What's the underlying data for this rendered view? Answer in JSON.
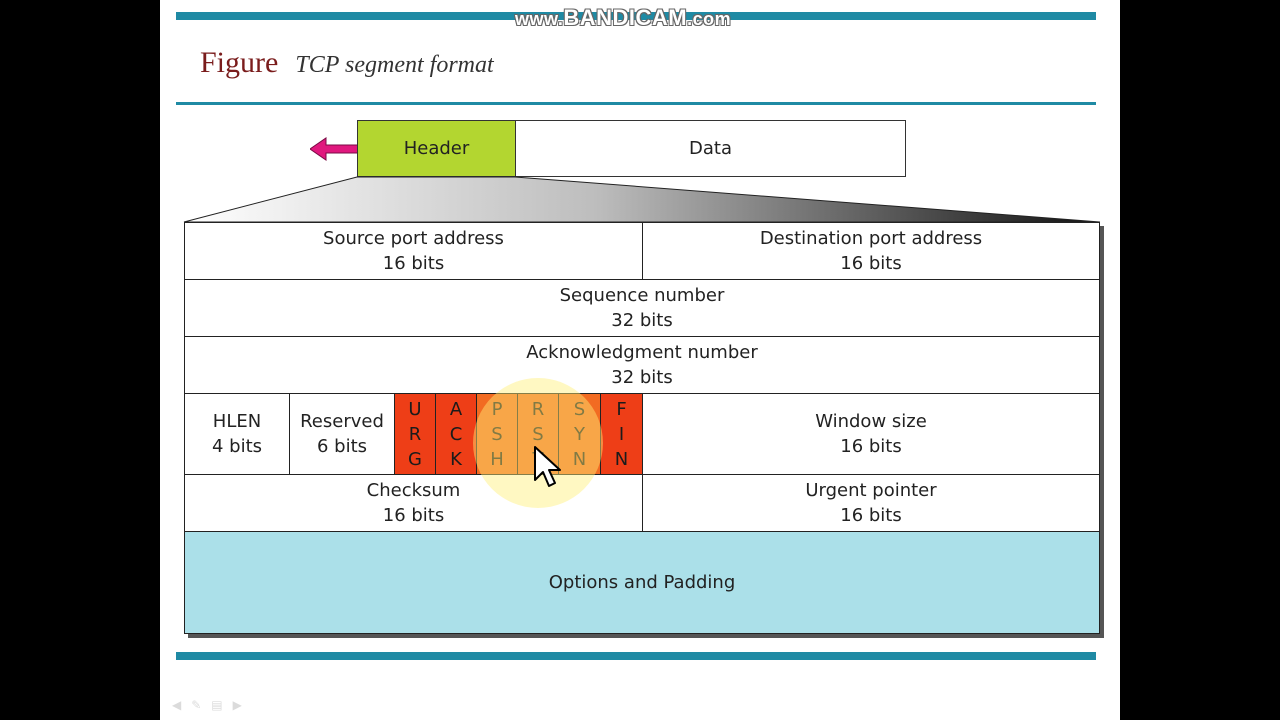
{
  "watermark": {
    "prefix": "www.",
    "brand": "BANDICAM",
    "suffix": ".com"
  },
  "figure": {
    "word": "Figure",
    "caption": "TCP segment format"
  },
  "top_strip": {
    "header": "Header",
    "data": "Data"
  },
  "colors": {
    "rule": "#1f8aa4",
    "header_fill": "#b3d630",
    "options_fill": "#abe0e9",
    "flag_red": "#ee3e17",
    "flag_orange": "#f26b22",
    "arrow": "#e0187e",
    "title": "#7a1c1c"
  },
  "rows": {
    "source_port": {
      "label": "Source port address",
      "bits": "16 bits"
    },
    "dest_port": {
      "label": "Destination port address",
      "bits": "16 bits"
    },
    "sequence": {
      "label": "Sequence number",
      "bits": "32 bits"
    },
    "ack": {
      "label": "Acknowledgment number",
      "bits": "32 bits"
    },
    "hlen": {
      "label": "HLEN",
      "bits": "4 bits"
    },
    "reserved": {
      "label": "Reserved",
      "bits": "6 bits"
    },
    "window": {
      "label": "Window size",
      "bits": "16 bits"
    },
    "checksum": {
      "label": "Checksum",
      "bits": "16 bits"
    },
    "urgent": {
      "label": "Urgent pointer",
      "bits": "16 bits"
    },
    "options": {
      "label": "Options and Padding"
    }
  },
  "flags": [
    {
      "letters": [
        "U",
        "R",
        "G"
      ]
    },
    {
      "letters": [
        "A",
        "C",
        "K"
      ]
    },
    {
      "letters": [
        "P",
        "S",
        "H"
      ]
    },
    {
      "letters": [
        "R",
        "S",
        "T"
      ]
    },
    {
      "letters": [
        "S",
        "Y",
        "N"
      ]
    },
    {
      "letters": [
        "F",
        "I",
        "N"
      ]
    }
  ],
  "icons": [
    "arrow-left-icon",
    "mouse-cursor-icon"
  ]
}
